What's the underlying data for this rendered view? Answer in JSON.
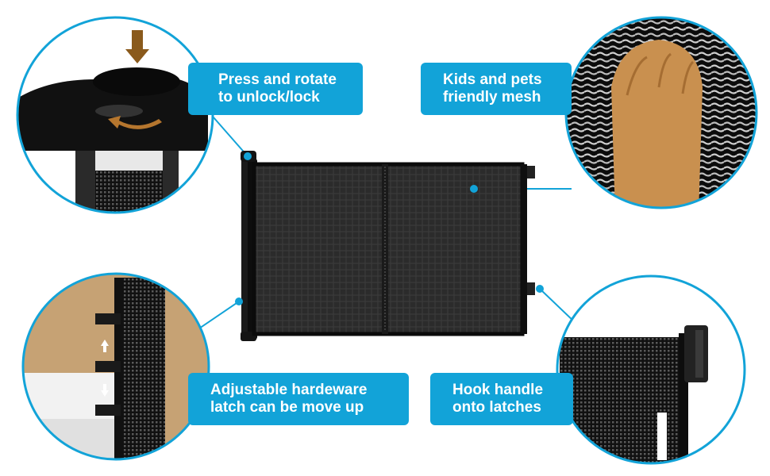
{
  "callouts": {
    "press": {
      "line1": "Press and rotate",
      "line2": "to unlock/lock"
    },
    "kids": {
      "line1": "Kids and pets",
      "line2": "friendly mesh"
    },
    "adjust": {
      "line1": "Adjustable hardeware",
      "line2": "latch can be move up"
    },
    "hook": {
      "line1": "Hook handle",
      "line2": "onto latches"
    }
  },
  "colors": {
    "accent": "#12a3d8",
    "mesh": "#1e1e1e",
    "arrow": "#8a5a1c"
  }
}
